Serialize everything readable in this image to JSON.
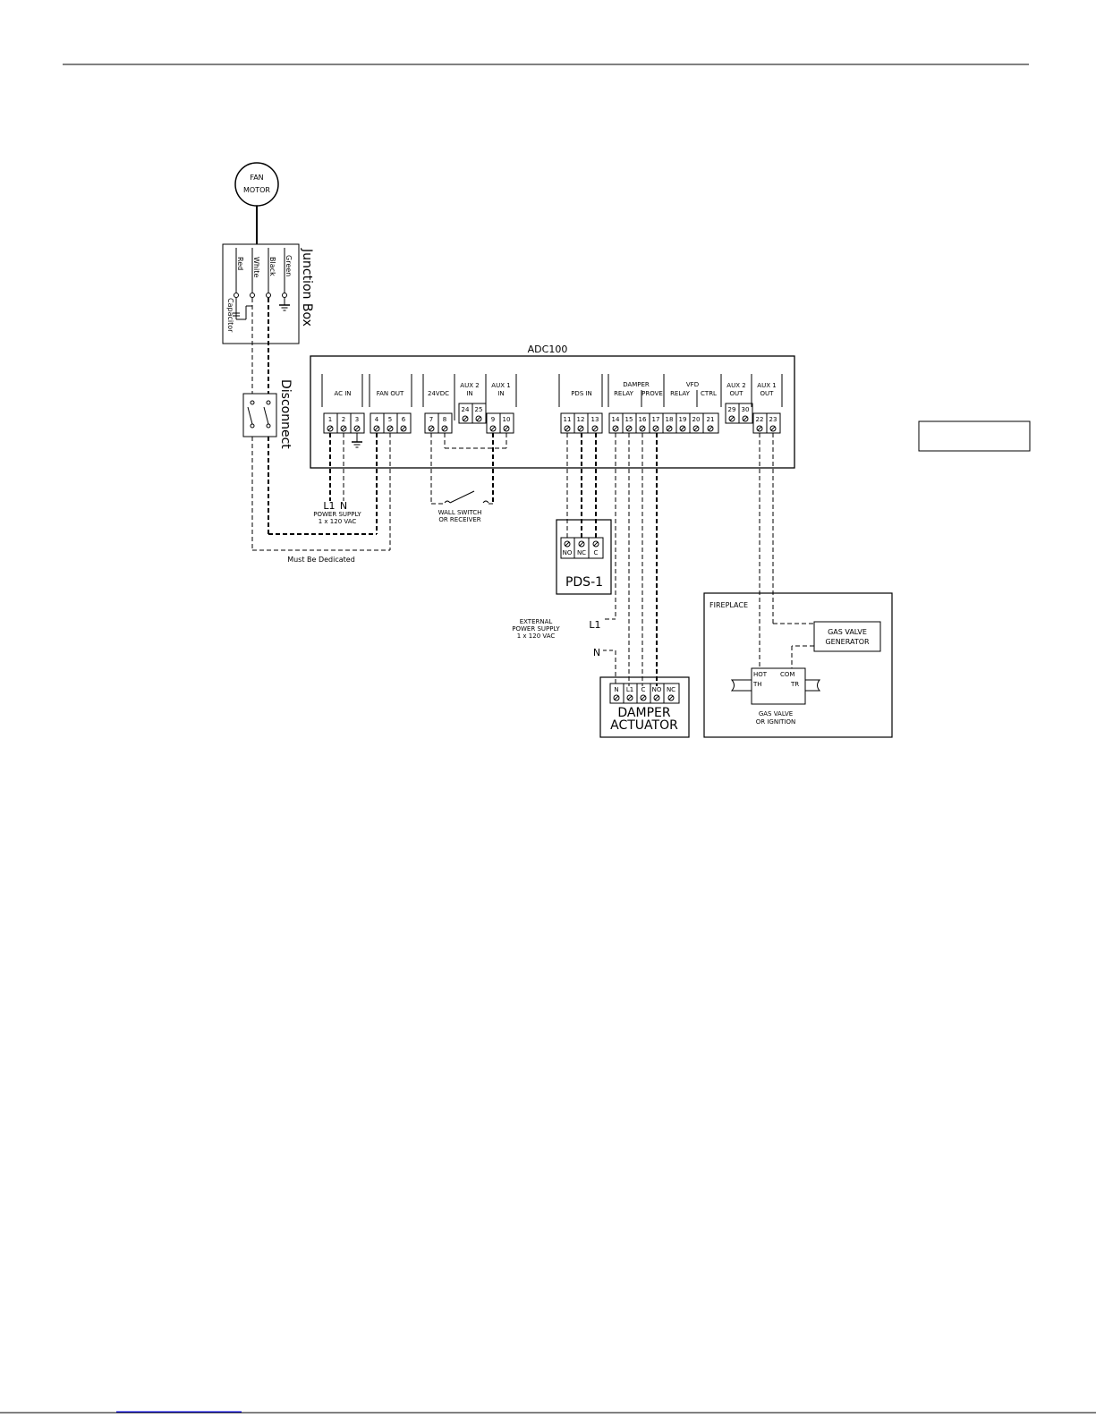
{
  "fan_motor": {
    "line1": "FAN",
    "line2": "MOTOR"
  },
  "junction_box": {
    "title": "Junction Box",
    "wires": [
      "Red",
      "White",
      "Black",
      "Green"
    ],
    "capacitor": "Capacitor"
  },
  "disconnect": {
    "label": "Disconnect"
  },
  "controller": {
    "title": "ADC100",
    "groups": [
      {
        "key": "ac_in",
        "lines": [
          "AC IN"
        ]
      },
      {
        "key": "fan_out",
        "lines": [
          "FAN OUT"
        ]
      },
      {
        "key": "vdc",
        "lines": [
          "24VDC"
        ]
      },
      {
        "key": "aux2_in",
        "lines": [
          "AUX 2",
          "IN"
        ]
      },
      {
        "key": "aux1_in",
        "lines": [
          "AUX 1",
          "IN"
        ]
      },
      {
        "key": "pds_in",
        "lines": [
          "PDS IN"
        ]
      },
      {
        "key": "damper",
        "lines": [
          "DAMPER"
        ]
      },
      {
        "key": "vfd",
        "lines": [
          "VFD"
        ]
      },
      {
        "key": "aux2_out",
        "lines": [
          "AUX 2",
          "OUT"
        ]
      },
      {
        "key": "aux1_out",
        "lines": [
          "AUX 1",
          "OUT"
        ]
      }
    ],
    "sublabels": {
      "relay_a": "RELAY",
      "prove": "PROVE",
      "relay_b": "RELAY",
      "ctrl": "CTRL"
    },
    "terminals": [
      "1",
      "2",
      "3",
      "4",
      "5",
      "6",
      "7",
      "8",
      "24",
      "25",
      "9",
      "10",
      "11",
      "12",
      "13",
      "14",
      "15",
      "16",
      "17",
      "18",
      "19",
      "20",
      "21",
      "29",
      "30",
      "22",
      "23"
    ]
  },
  "power_supply": {
    "l1": "L1",
    "n": "N",
    "line1": "POWER SUPPLY",
    "line2": "1 x 120 VAC"
  },
  "dedicated": "Must Be Dedicated",
  "wall_switch": {
    "line1": "WALL SWITCH",
    "line2": "OR RECEIVER"
  },
  "pds1": {
    "title": "PDS-1",
    "terminals": [
      "NO",
      "NC",
      "C"
    ]
  },
  "external_supply": {
    "line1": "EXTERNAL",
    "line2": "POWER SUPPLY",
    "line3": "1 x 120 VAC",
    "l1": "L1",
    "n": "N"
  },
  "damper_actuator": {
    "line1": "DAMPER",
    "line2": "ACTUATOR",
    "terminals": [
      "N",
      "L1",
      "C",
      "NO",
      "NC"
    ]
  },
  "fireplace": {
    "title": "FIREPLACE",
    "generator": {
      "line1": "GAS VALVE",
      "line2": "GENERATOR"
    },
    "valve": {
      "hot": "HOT",
      "th": "TH",
      "com": "COM",
      "tr": "TR",
      "line1": "GAS VALVE",
      "line2": "OR IGNITION"
    }
  }
}
